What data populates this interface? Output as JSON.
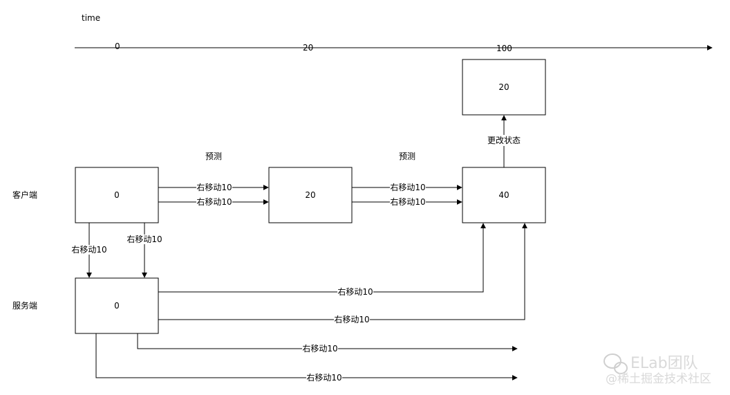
{
  "timeline": {
    "label": "time",
    "ticks": [
      "0",
      "20",
      "100"
    ]
  },
  "rows": {
    "client": "客户端",
    "server": "服务端"
  },
  "client_states": [
    "0",
    "20",
    "40"
  ],
  "server_state": "0",
  "future_state": "20",
  "labels": {
    "predict": "预测",
    "move_right": "右移动10",
    "change_state": "更改状态"
  },
  "watermark": {
    "brand": "ELab团队",
    "sub": "@稀土掘金技术社区"
  }
}
